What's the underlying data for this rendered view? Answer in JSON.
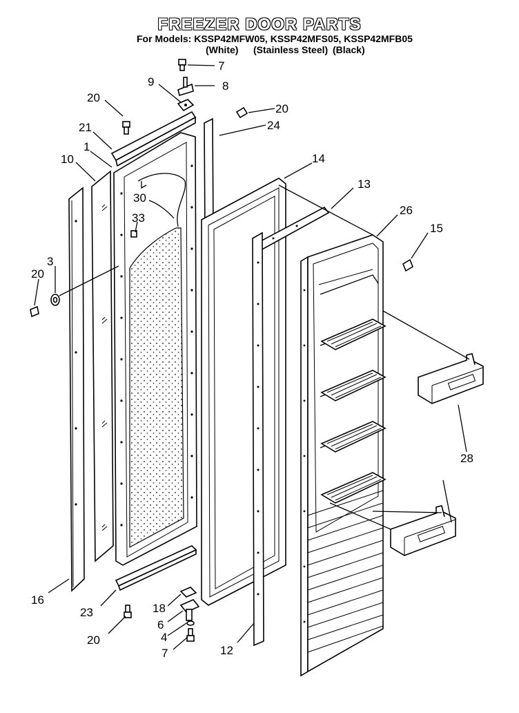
{
  "title": "FREEZER DOOR PARTS",
  "subtitle": "For Models: KSSP42MFW05, KSSP42MFS05, KSSP42MFB05",
  "variants": [
    "(White)",
    "(Stainless Steel)",
    "(Black)"
  ],
  "labels": {
    "p7a": "7",
    "p8": "8",
    "p9": "9",
    "p20a": "20",
    "p20b": "20",
    "p24": "24",
    "p21": "21",
    "p1": "1",
    "p10": "10",
    "p14": "14",
    "p13": "13",
    "p30": "30",
    "p33": "33",
    "p26": "26",
    "p15": "15",
    "p3": "3",
    "p20c": "20",
    "p28": "28",
    "p16": "16",
    "p23": "23",
    "p18": "18",
    "p6": "6",
    "p4": "4",
    "p20d": "20",
    "p7b": "7",
    "p12": "12"
  }
}
